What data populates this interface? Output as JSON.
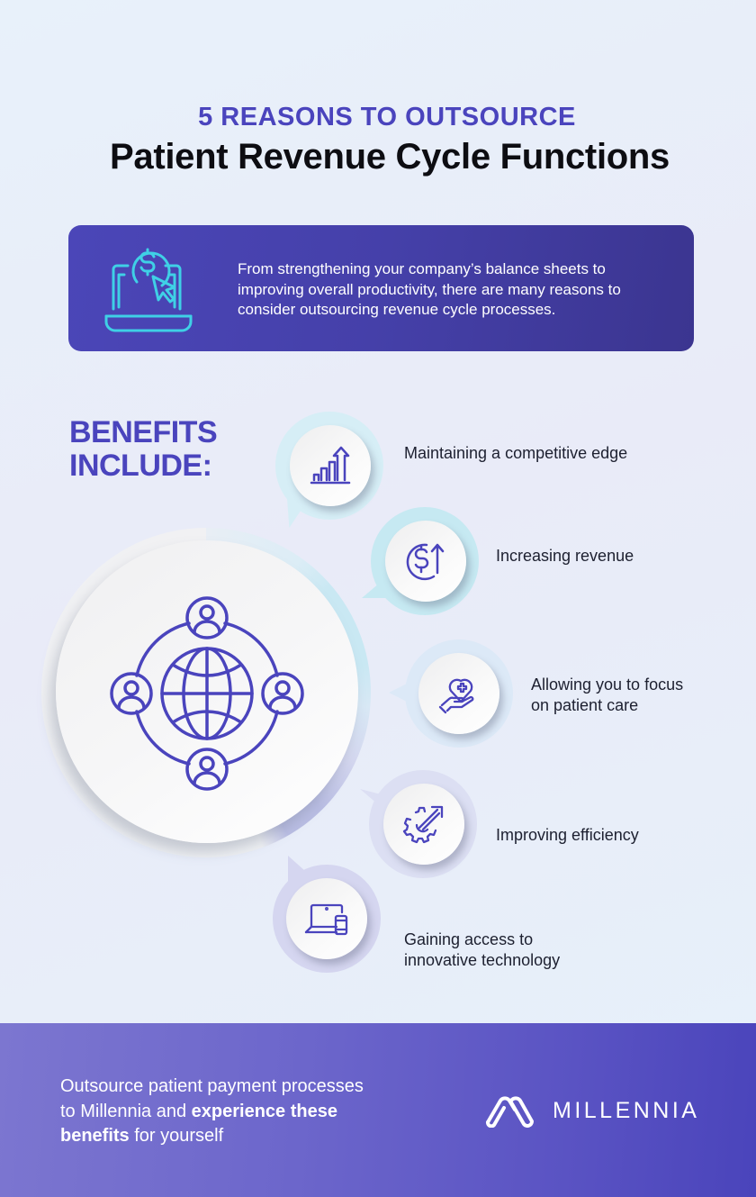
{
  "header": {
    "kicker": "5 REASONS TO OUTSOURCE",
    "title": "Patient Revenue Cycle Functions"
  },
  "intro": {
    "icon": "laptop-dollar-cursor-icon",
    "text": "From strengthening your company’s balance sheets to improving overall productivity, there are many reasons to consider outsourcing revenue cycle processes."
  },
  "benefits": {
    "heading_line1": "BENEFITS",
    "heading_line2": "INCLUDE:",
    "hub_icon": "global-network-people-icon",
    "items": [
      {
        "label": "Maintaining a competitive edge",
        "icon": "growth-chart-arrow-icon"
      },
      {
        "label": "Increasing revenue",
        "icon": "dollar-up-arrow-icon"
      },
      {
        "label_line1": "Allowing you to focus",
        "label_line2": "on patient care",
        "icon": "hand-heart-cross-icon"
      },
      {
        "label": "Improving efficiency",
        "icon": "gear-arrow-icon"
      },
      {
        "label_line1": "Gaining access to",
        "label_line2": "innovative technology",
        "icon": "laptop-phone-icon"
      }
    ]
  },
  "footer": {
    "line1": "Outsource patient payment processes",
    "line2_plain": "to Millennia and ",
    "line2_bold": "experience these",
    "line3_bold": "benefits",
    "line3_plain": " for yourself",
    "brand": "MILLENNIA"
  },
  "colors": {
    "accent_purple": "#4a44bd",
    "intro_bg": "#4540a9",
    "cyan_icon": "#3fd0e6",
    "footer_start": "#7b74cf",
    "footer_end": "#4c46bb"
  }
}
